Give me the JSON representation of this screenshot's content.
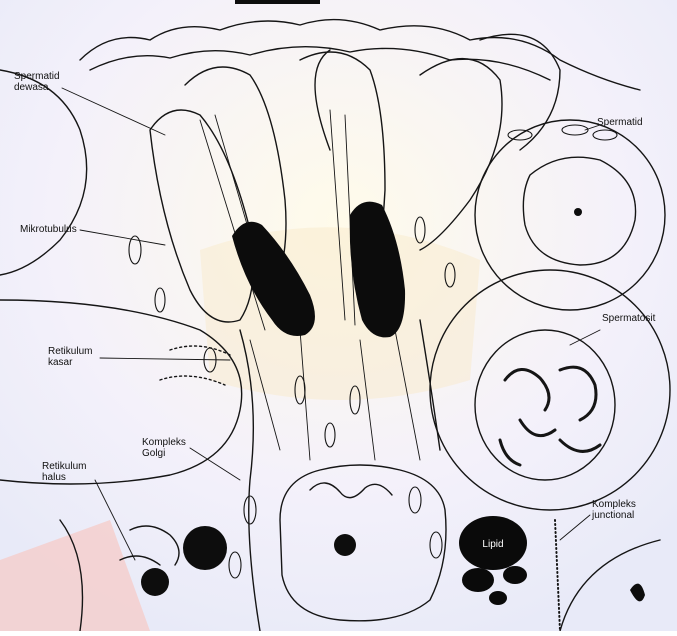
{
  "labels": {
    "spermatid_mature": "Spermatid\ndewasa",
    "spermatid": "Spermatid",
    "microtubules": "Mikrotubulus",
    "spermatocyte": "Spermatosit",
    "rough_er": "Retikulum\nkasar",
    "golgi": "Kompleks\nGolgi",
    "smooth_er": "Retikulum\nhalus",
    "junctional_complex": "Kompleks\njunctional",
    "lipid": "Lipid"
  }
}
